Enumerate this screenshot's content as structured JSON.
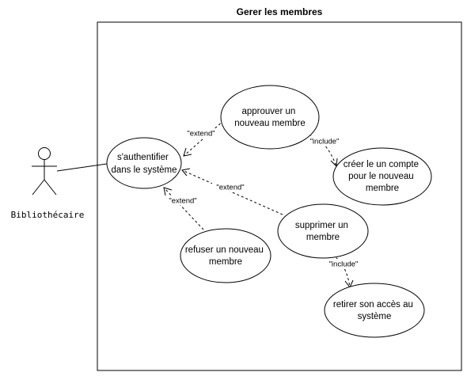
{
  "diagram": {
    "title": "Gerer les membres",
    "actor": {
      "label": "Bibliothécaire"
    },
    "use_cases": {
      "authenticate": {
        "lines": [
          "s'authentifier",
          "dans le système"
        ]
      },
      "approve": {
        "lines": [
          "approuver un",
          "nouveau  membre"
        ]
      },
      "create_account": {
        "lines": [
          "créer le un compte",
          "pour le nouveau",
          "membre"
        ]
      },
      "delete": {
        "lines": [
          "supprimer un",
          "membre"
        ]
      },
      "refuse": {
        "lines": [
          "refuser un nouveau",
          "membre"
        ]
      },
      "remove_access": {
        "lines": [
          "retirer son accès au",
          "système"
        ]
      }
    },
    "relations": {
      "approve_extends": {
        "label": "\"extend\""
      },
      "delete_extends": {
        "label": "\"extend\""
      },
      "refuse_extends": {
        "label": "\"extend\""
      },
      "approve_includes": {
        "label": "\"include\""
      },
      "delete_includes": {
        "label": "\"include\""
      }
    }
  }
}
